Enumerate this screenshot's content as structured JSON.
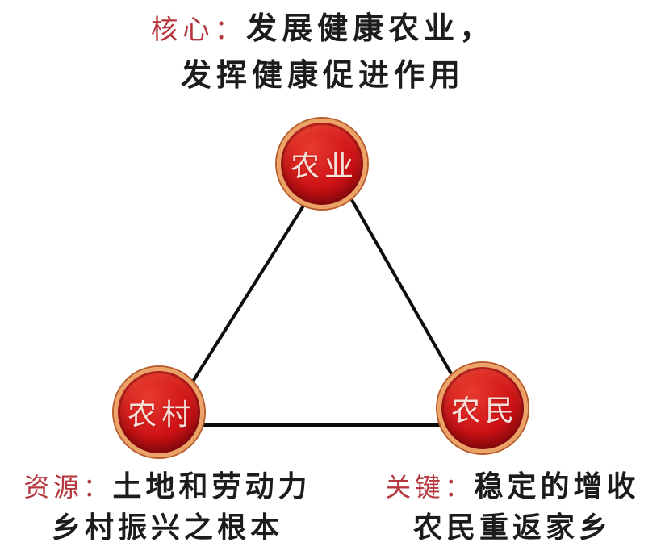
{
  "heading": {
    "label": "核心：",
    "line1_rest": "发展健康农业，",
    "line2": "发挥健康促进作用"
  },
  "nodes": [
    {
      "id": "agriculture",
      "label": "农业"
    },
    {
      "id": "village",
      "label": "农村"
    },
    {
      "id": "farmers",
      "label": "农民"
    }
  ],
  "annotations": {
    "left": {
      "label": "资源：",
      "line1_rest": "土地和劳动力",
      "line2": "乡村振兴之根本"
    },
    "right": {
      "label": "关键：",
      "line1_rest": "稳定的增收",
      "line2": "农民重返家乡"
    }
  },
  "colors": {
    "node_fill": "#d01216",
    "node_highlight": "#e73a2e",
    "node_dark": "#9c0c10",
    "node_border": "#eca368",
    "node_edge": "#b95d2c",
    "node_text": "#f6e0da",
    "label_red": "#b5383f",
    "text_black": "#1c1c1c",
    "line": "#0d0d0d",
    "background": "#ffffff"
  }
}
